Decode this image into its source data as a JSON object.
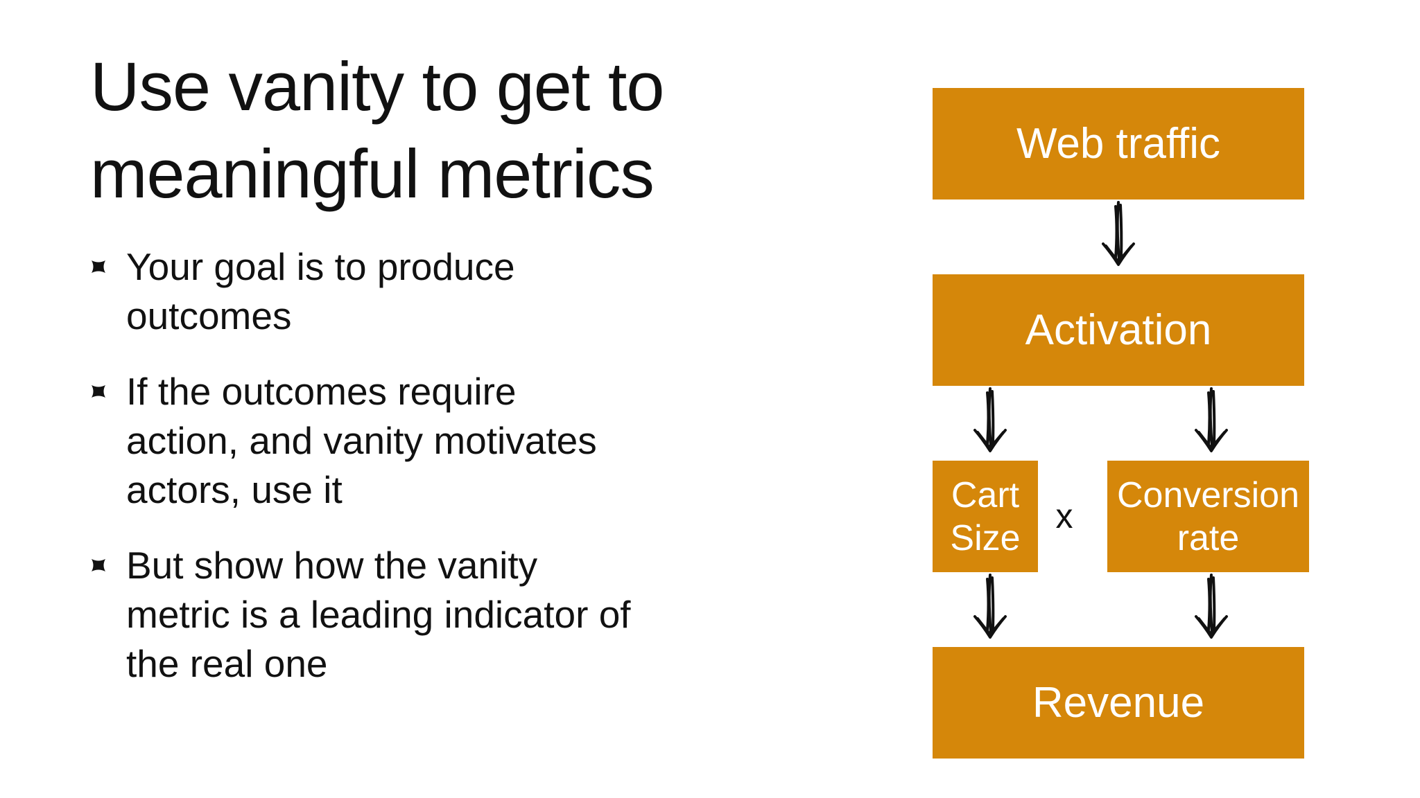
{
  "slide": {
    "title_lines": [
      "Use vanity to get to",
      "meaningful metrics"
    ],
    "bullets": [
      {
        "lines": [
          "Your goal is to produce",
          "outcomes"
        ]
      },
      {
        "lines": [
          "If the outcomes require",
          "action, and vanity motivates",
          "actors, use it"
        ]
      },
      {
        "lines": [
          "But show how the vanity",
          "metric is a leading indicator of",
          "the real one"
        ]
      }
    ],
    "bullet_icon": "four-point-star-icon"
  },
  "diagram": {
    "box_color": "#d5870a",
    "text_color": "#ffffff",
    "arrow_color": "#111111",
    "arrow_icon": "hand-drawn-down-arrow-icon",
    "web_traffic": "Web traffic",
    "activation": "Activation",
    "cart_size_lines": [
      "Cart",
      "Size"
    ],
    "multiply": "x",
    "conversion_rate_lines": [
      "Conversion",
      "rate"
    ],
    "revenue": "Revenue"
  }
}
